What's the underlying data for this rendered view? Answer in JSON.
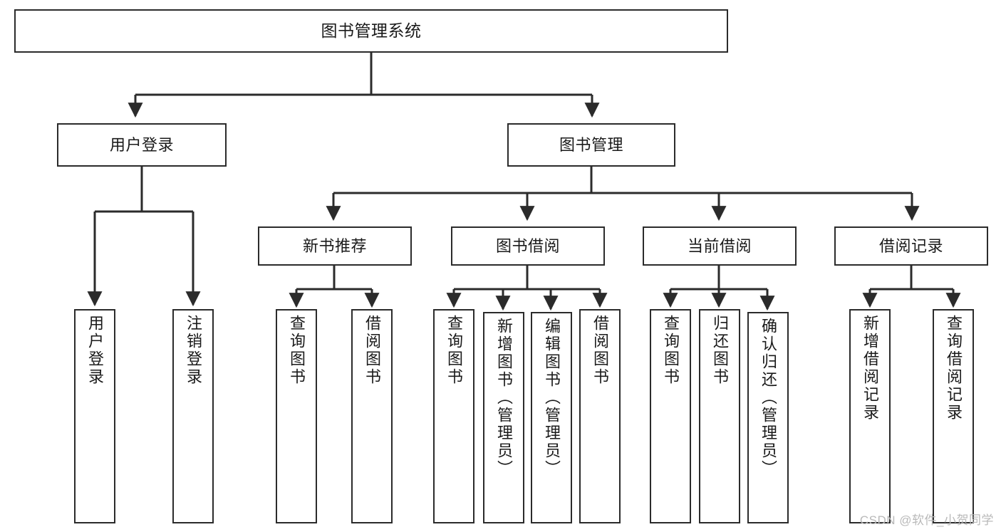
{
  "diagram": {
    "type": "tree-hierarchy",
    "title": "图书管理系统",
    "watermark": "CSDN @软件_小贺同学",
    "colors": {
      "stroke": "#2b2b2b",
      "fill": "#ffffff",
      "text": "#1a1a1a",
      "watermark": "#b9b9b9"
    },
    "nodes": {
      "root": {
        "label": "图书管理系统"
      },
      "level1": [
        {
          "id": "user-login",
          "label": "用户登录"
        },
        {
          "id": "book-manage",
          "label": "图书管理"
        }
      ],
      "level2": [
        {
          "id": "new-book-recommend",
          "label": "新书推荐"
        },
        {
          "id": "book-borrow",
          "label": "图书借阅"
        },
        {
          "id": "current-borrow",
          "label": "当前借阅"
        },
        {
          "id": "borrow-record",
          "label": "借阅记录"
        }
      ],
      "leaves": {
        "user-login": [
          {
            "id": "leaf-user-login",
            "label": "用户登录"
          },
          {
            "id": "leaf-logout",
            "label": "注销登录"
          }
        ],
        "new-book-recommend": [
          {
            "id": "leaf-query-book-1",
            "label": "查询图书"
          },
          {
            "id": "leaf-borrow-book-1",
            "label": "借阅图书"
          }
        ],
        "book-borrow": [
          {
            "id": "leaf-query-book-2",
            "label": "查询图书"
          },
          {
            "id": "leaf-add-book",
            "label": "新增图书（管理员）"
          },
          {
            "id": "leaf-edit-book",
            "label": "编辑图书（管理员）"
          },
          {
            "id": "leaf-borrow-book-2",
            "label": "借阅图书"
          }
        ],
        "current-borrow": [
          {
            "id": "leaf-query-book-3",
            "label": "查询图书"
          },
          {
            "id": "leaf-return-book",
            "label": "归还图书"
          },
          {
            "id": "leaf-confirm-return",
            "label": "确认归还（管理员）"
          }
        ],
        "borrow-record": [
          {
            "id": "leaf-add-record",
            "label": "新增借阅记录"
          },
          {
            "id": "leaf-query-record",
            "label": "查询借阅记录"
          }
        ]
      }
    }
  }
}
